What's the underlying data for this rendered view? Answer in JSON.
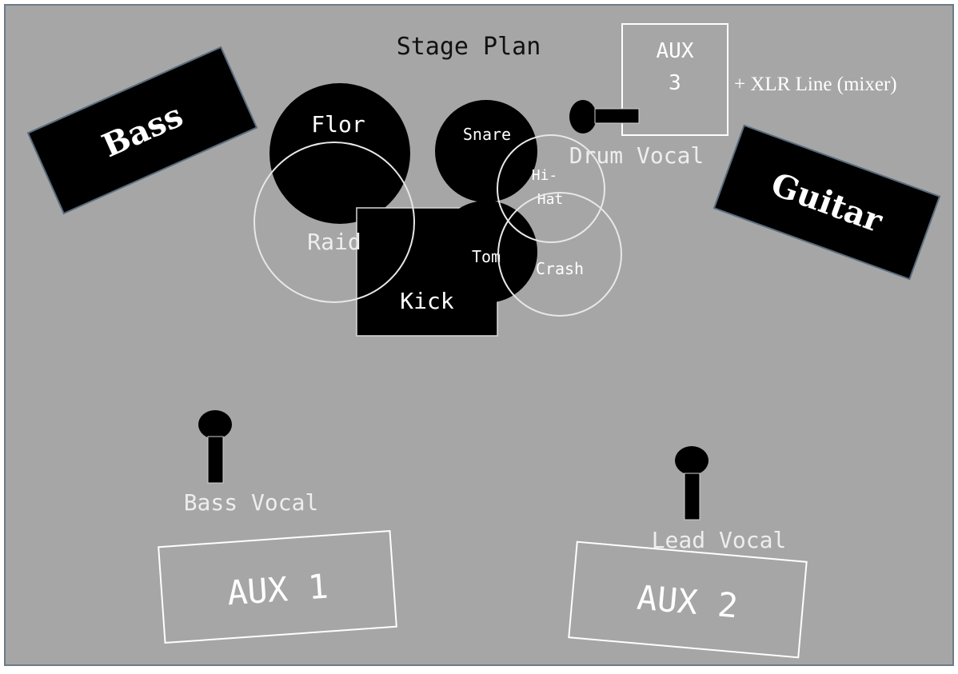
{
  "diagram": {
    "title": "Stage Plan",
    "colors": {
      "stage_fill": "#a6a6a6",
      "stage_border": "#6d7a88",
      "object_fill": "#000000",
      "outline": "#e8e8e8",
      "text_light": "#ffffff",
      "text_dark": "#111111"
    },
    "amps": {
      "bass": "Bass",
      "guitar": "Guitar"
    },
    "drums": {
      "floor": "Flor",
      "ride": "Raid",
      "kick": "Kick",
      "snare": "Snare",
      "hihat_line1": "Hi-",
      "hihat_line2": "Hat",
      "tom": "Tom",
      "crash": "Crash"
    },
    "mics": {
      "drum_vocal": "Drum Vocal",
      "bass_vocal": "Bass Vocal",
      "lead_vocal": "Lead Vocal"
    },
    "monitors": {
      "aux1": "AUX 1",
      "aux2": "AUX 2",
      "aux3_line1": "AUX",
      "aux3_line2": "3"
    },
    "note": "+ XLR Line (mixer)"
  }
}
